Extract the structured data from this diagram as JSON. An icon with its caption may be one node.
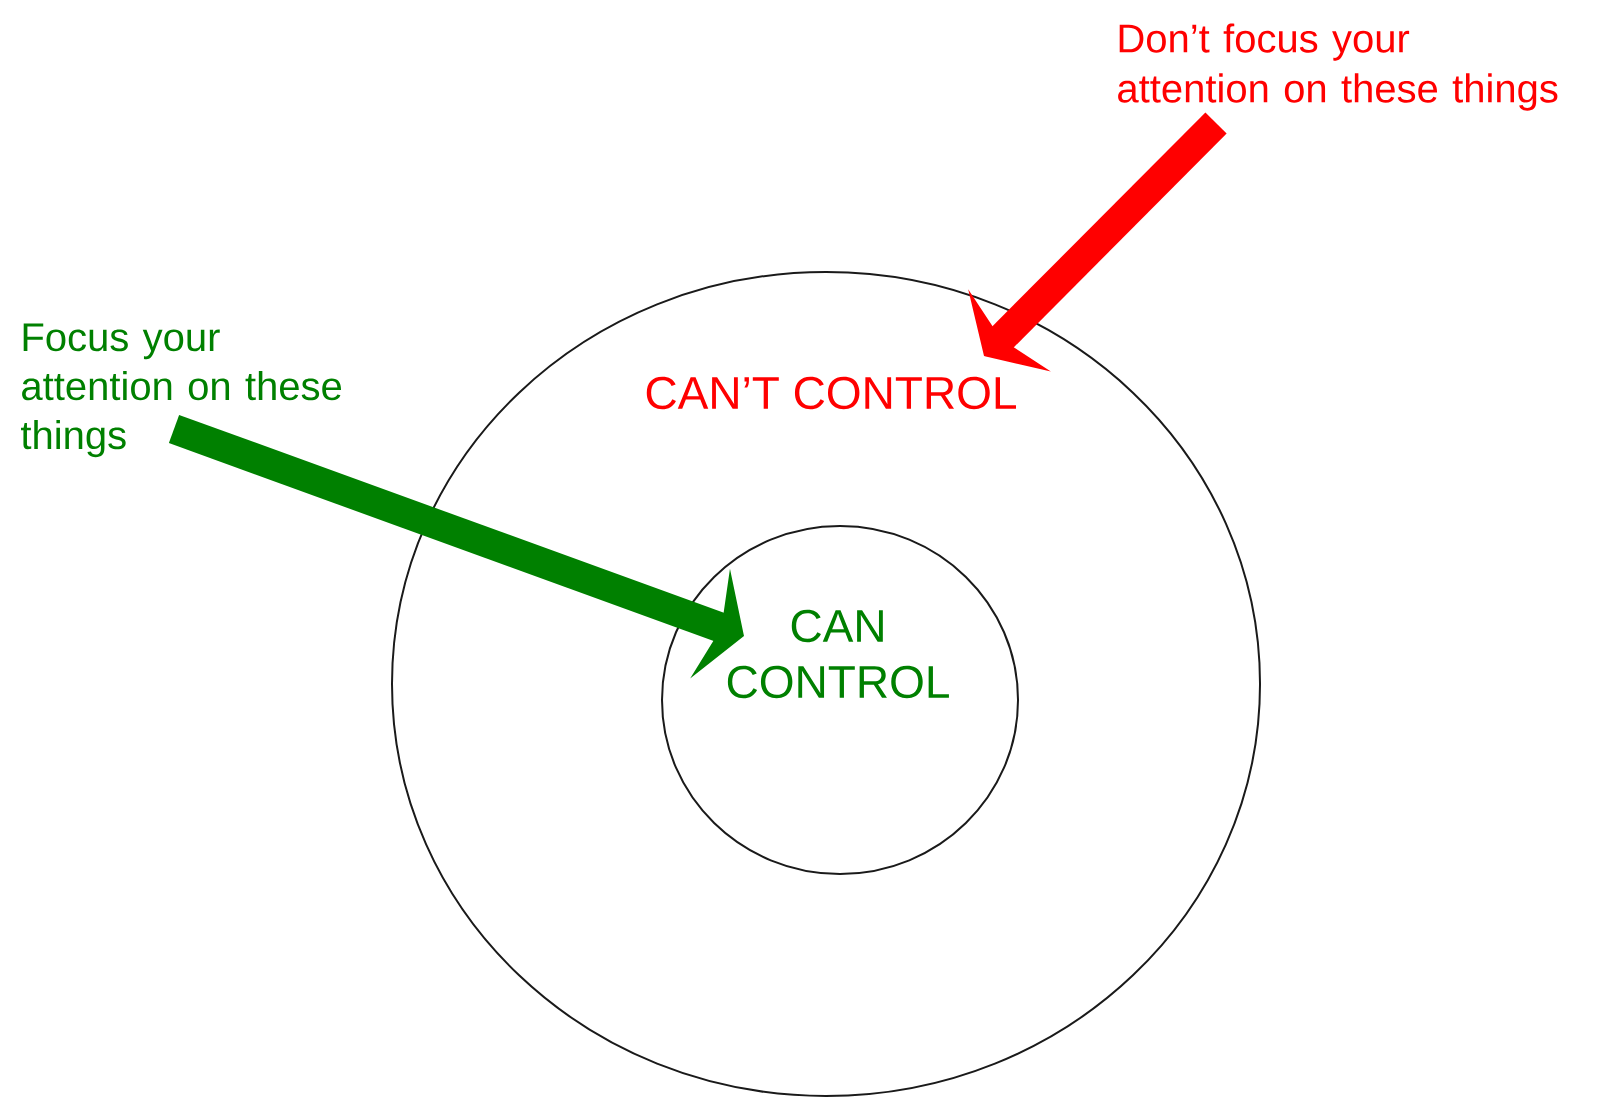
{
  "diagram": {
    "nodes": [
      {
        "text": [
          "CAN’T CONTROL"
        ]
      },
      {
        "text": [
          "CAN CONTROL"
        ],
        "in": 0
      },
      {
        "text": [
          "Focus your attention on these things"
        ]
      },
      {
        "text": [
          "Don’t focus your attention on these things"
        ]
      }
    ],
    "edges": [
      {
        "from": 2,
        "to": 1,
        "arrow": "to",
        "color": "#008000"
      },
      {
        "from": 3,
        "to": 0,
        "arrow": "to",
        "color": "#ff0000"
      }
    ]
  }
}
